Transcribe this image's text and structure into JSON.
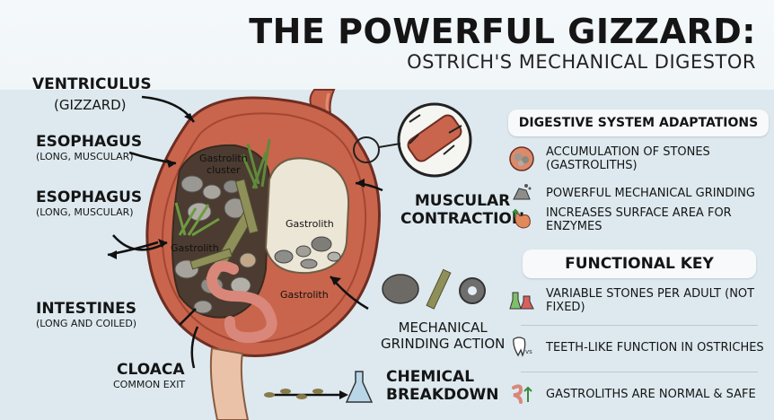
{
  "title": {
    "line1": "THE POWERFUL GIZZARD:",
    "line2": "OSTRICH'S MECHANICAL DIGESTOR"
  },
  "labels": {
    "ventriculus": "VENTRICULUS",
    "gizzard": "(GIZZARD)",
    "esophagus_1": "ESOPHAGUS",
    "esophagus_1_sub": "(LONG, MUSCULAR)",
    "esophagus_2": "ESOPHAGUS",
    "esophagus_2_sub": "(LONG, MUSCULAR)",
    "intestines": "INTESTINES",
    "intestines_sub": "(LONG AND COILED)",
    "cloaca": "CLOACA",
    "cloaca_sub": "COMMON EXIT",
    "muscular": "MUSCULAR",
    "contraction": "CONTRACTION",
    "mechanical": "MECHANICAL",
    "grinding_action": "GRINDING ACTION",
    "chemical": "CHEMICAL",
    "breakdown": "BREAKDOWN"
  },
  "inner_labels": {
    "cluster_1": "Gastrolith",
    "cluster_2": "cluster",
    "gastrolith_pouch": "Gastrolith",
    "gastrolith_left": "Gastrolith",
    "gastrolith_bottom": "Gastrolith"
  },
  "panel": {
    "adaptations_title": "DIGESTIVE SYSTEM ADAPTATIONS",
    "adaptations": [
      {
        "icon": "stones-icon",
        "text": "ACCUMULATION OF STONES (GASTROLITHS)"
      },
      {
        "icon": "grinding-icon",
        "text": "POWERFUL MECHANICAL GRINDING"
      },
      {
        "icon": "stomach-arrow-icon",
        "text": "INCREASES SURFACE AREA FOR ENZYMES"
      }
    ],
    "key_title": "FUNCTIONAL KEY",
    "key_items": [
      {
        "icon": "flasks-icon",
        "text": "VARIABLE STONES PER ADULT (NOT FIXED)"
      },
      {
        "icon": "tooth-vs-icon",
        "text": "TEETH-LIKE FUNCTION IN OSTRICHES"
      },
      {
        "icon": "intestine-arrow-icon",
        "text": "GASTROLITHS ARE NORMAL & SAFE"
      }
    ]
  },
  "colors": {
    "muscle": "#c9654c",
    "muscle_dark": "#8a3a2a",
    "stone": "#8d8d8a",
    "plant": "#5f8a3a",
    "pouch": "#ece6d6"
  }
}
